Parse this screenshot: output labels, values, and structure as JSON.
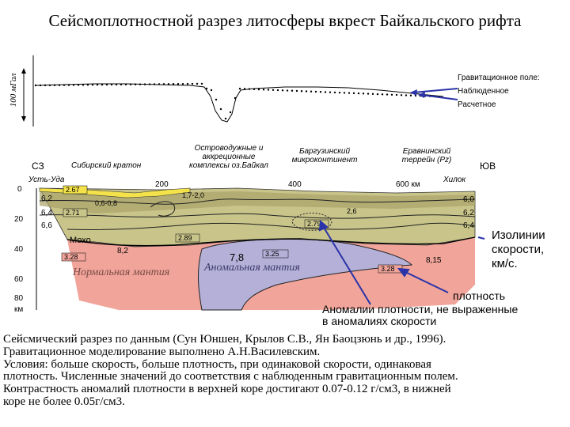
{
  "title": "Сейсмоплотностной разрез литосферы вкрест Байкальского рифта",
  "gravity": {
    "scale_label": "100 мГал",
    "legend_title": "Гравитационное поле:",
    "legend_observed": "Наблюденное",
    "legend_calculated": "Расчетное"
  },
  "section": {
    "direction_left": "СЗ",
    "direction_right": "ЮВ",
    "places": {
      "ust_uda": "Усть-Уда",
      "khilok": "Хилок",
      "siberian_craton": "Сибирский кратон",
      "island_arc": "Островодужные и аккреционные комплексы оз.Байкал",
      "barguzin": "Баргузинский микроконтинент",
      "eravna": "Еравнинский террейн (Pz)"
    },
    "distances": [
      "200",
      "400",
      "600 км"
    ],
    "depth_ticks": [
      "0",
      "20",
      "40",
      "60",
      "80",
      "км"
    ],
    "moho": "Мохо",
    "normal_mantle": "Нормальная мантия",
    "anomalous_mantle": "Аномальная мантия",
    "velocities": {
      "left_top": "6,2",
      "left_mid": "6,4",
      "left_low": "6,6",
      "right_top": "6,0",
      "right_mid": "6,2",
      "right_low": "6,4",
      "mantle_left": "8,2",
      "mantle_mid": "7,8",
      "mantle_right": "8,15"
    },
    "densities": [
      "2.67",
      "2.71",
      "2.89",
      "3.28",
      "3.25",
      "2.79",
      "3.28"
    ],
    "small_values": [
      "1,7-2,0",
      "0,6-0,8",
      "2,6"
    ]
  },
  "notes": {
    "isolines_1": "Изолинии",
    "isolines_2": "скорости,",
    "isolines_3": "км/с.",
    "density": "плотность",
    "anomaly_1": "Аномалии плотности, не выраженные",
    "anomaly_2": "в аномалиях скорости"
  },
  "caption": [
    "Сейсмический разрез по данным (Сун Юншен, Крылов С.В.,  Ян Баоцзюнь и др., 1996).",
    "Гравитационное моделирование выполнено А.Н.Василевским.",
    "Условия: больше скорость, больше плотность, при одинаковой скорости, одинаковая",
    "плотность. Численные значений до соответствия с наблюденным гравитационным полем.",
    "Контрастность аномалий плотности в верхней коре достигают 0.07-0.12 г/см3, в нижней",
    "коре не более 0.05г/см3."
  ],
  "colors": {
    "crust": "#c9c48a",
    "crust_dark": "#8f8a55",
    "normal_mantle": "#f0a49a",
    "anomalous_mantle": "#b4b0d8",
    "sediments": "#f3e24a",
    "arrow": "#2a33a8"
  }
}
